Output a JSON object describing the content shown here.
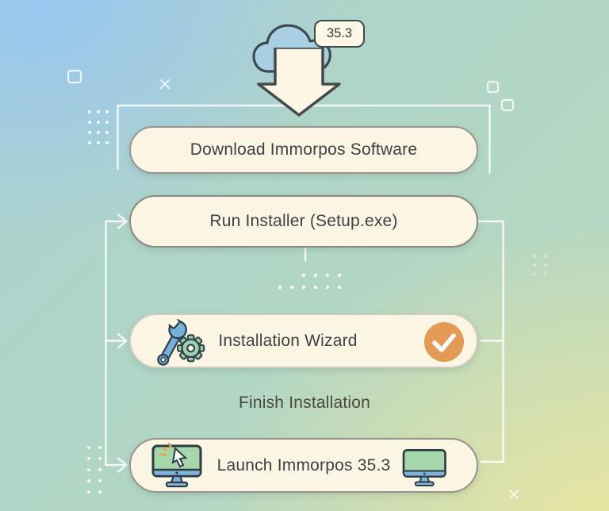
{
  "diagram": {
    "title_semantic": "software-installation-flow",
    "version_badge": "35.3",
    "steps": [
      {
        "id": "download",
        "label": "Download Immorpos Software"
      },
      {
        "id": "run-installer",
        "label": "Run Installer (Setup.exe)"
      },
      {
        "id": "installation-wizard",
        "label": "Installation Wizard",
        "status": "completed"
      },
      {
        "id": "finish",
        "label": "Finish Installation"
      },
      {
        "id": "launch",
        "label": "Launch Immorpos 35.3"
      }
    ],
    "icons": {
      "top": "cloud-download-icon",
      "wizard": "wrench-gear-icon",
      "wizard_status": "check-circle-icon",
      "launch_left": "monitor-cursor-icon",
      "launch_right": "monitor-icon"
    },
    "colors": {
      "pill_bg": "#fbf6e3",
      "pill_text": "#3e4144",
      "accent_orange": "#e39a55",
      "cloud_blue": "#a8d0e2",
      "wrench_blue": "#74b2de",
      "gear_green": "#9cd2ae",
      "screen_green": "#a6d7ab",
      "stand_blue": "#7eb3da",
      "outline_dark": "#33424a",
      "connector_white": "#ffffff"
    }
  }
}
